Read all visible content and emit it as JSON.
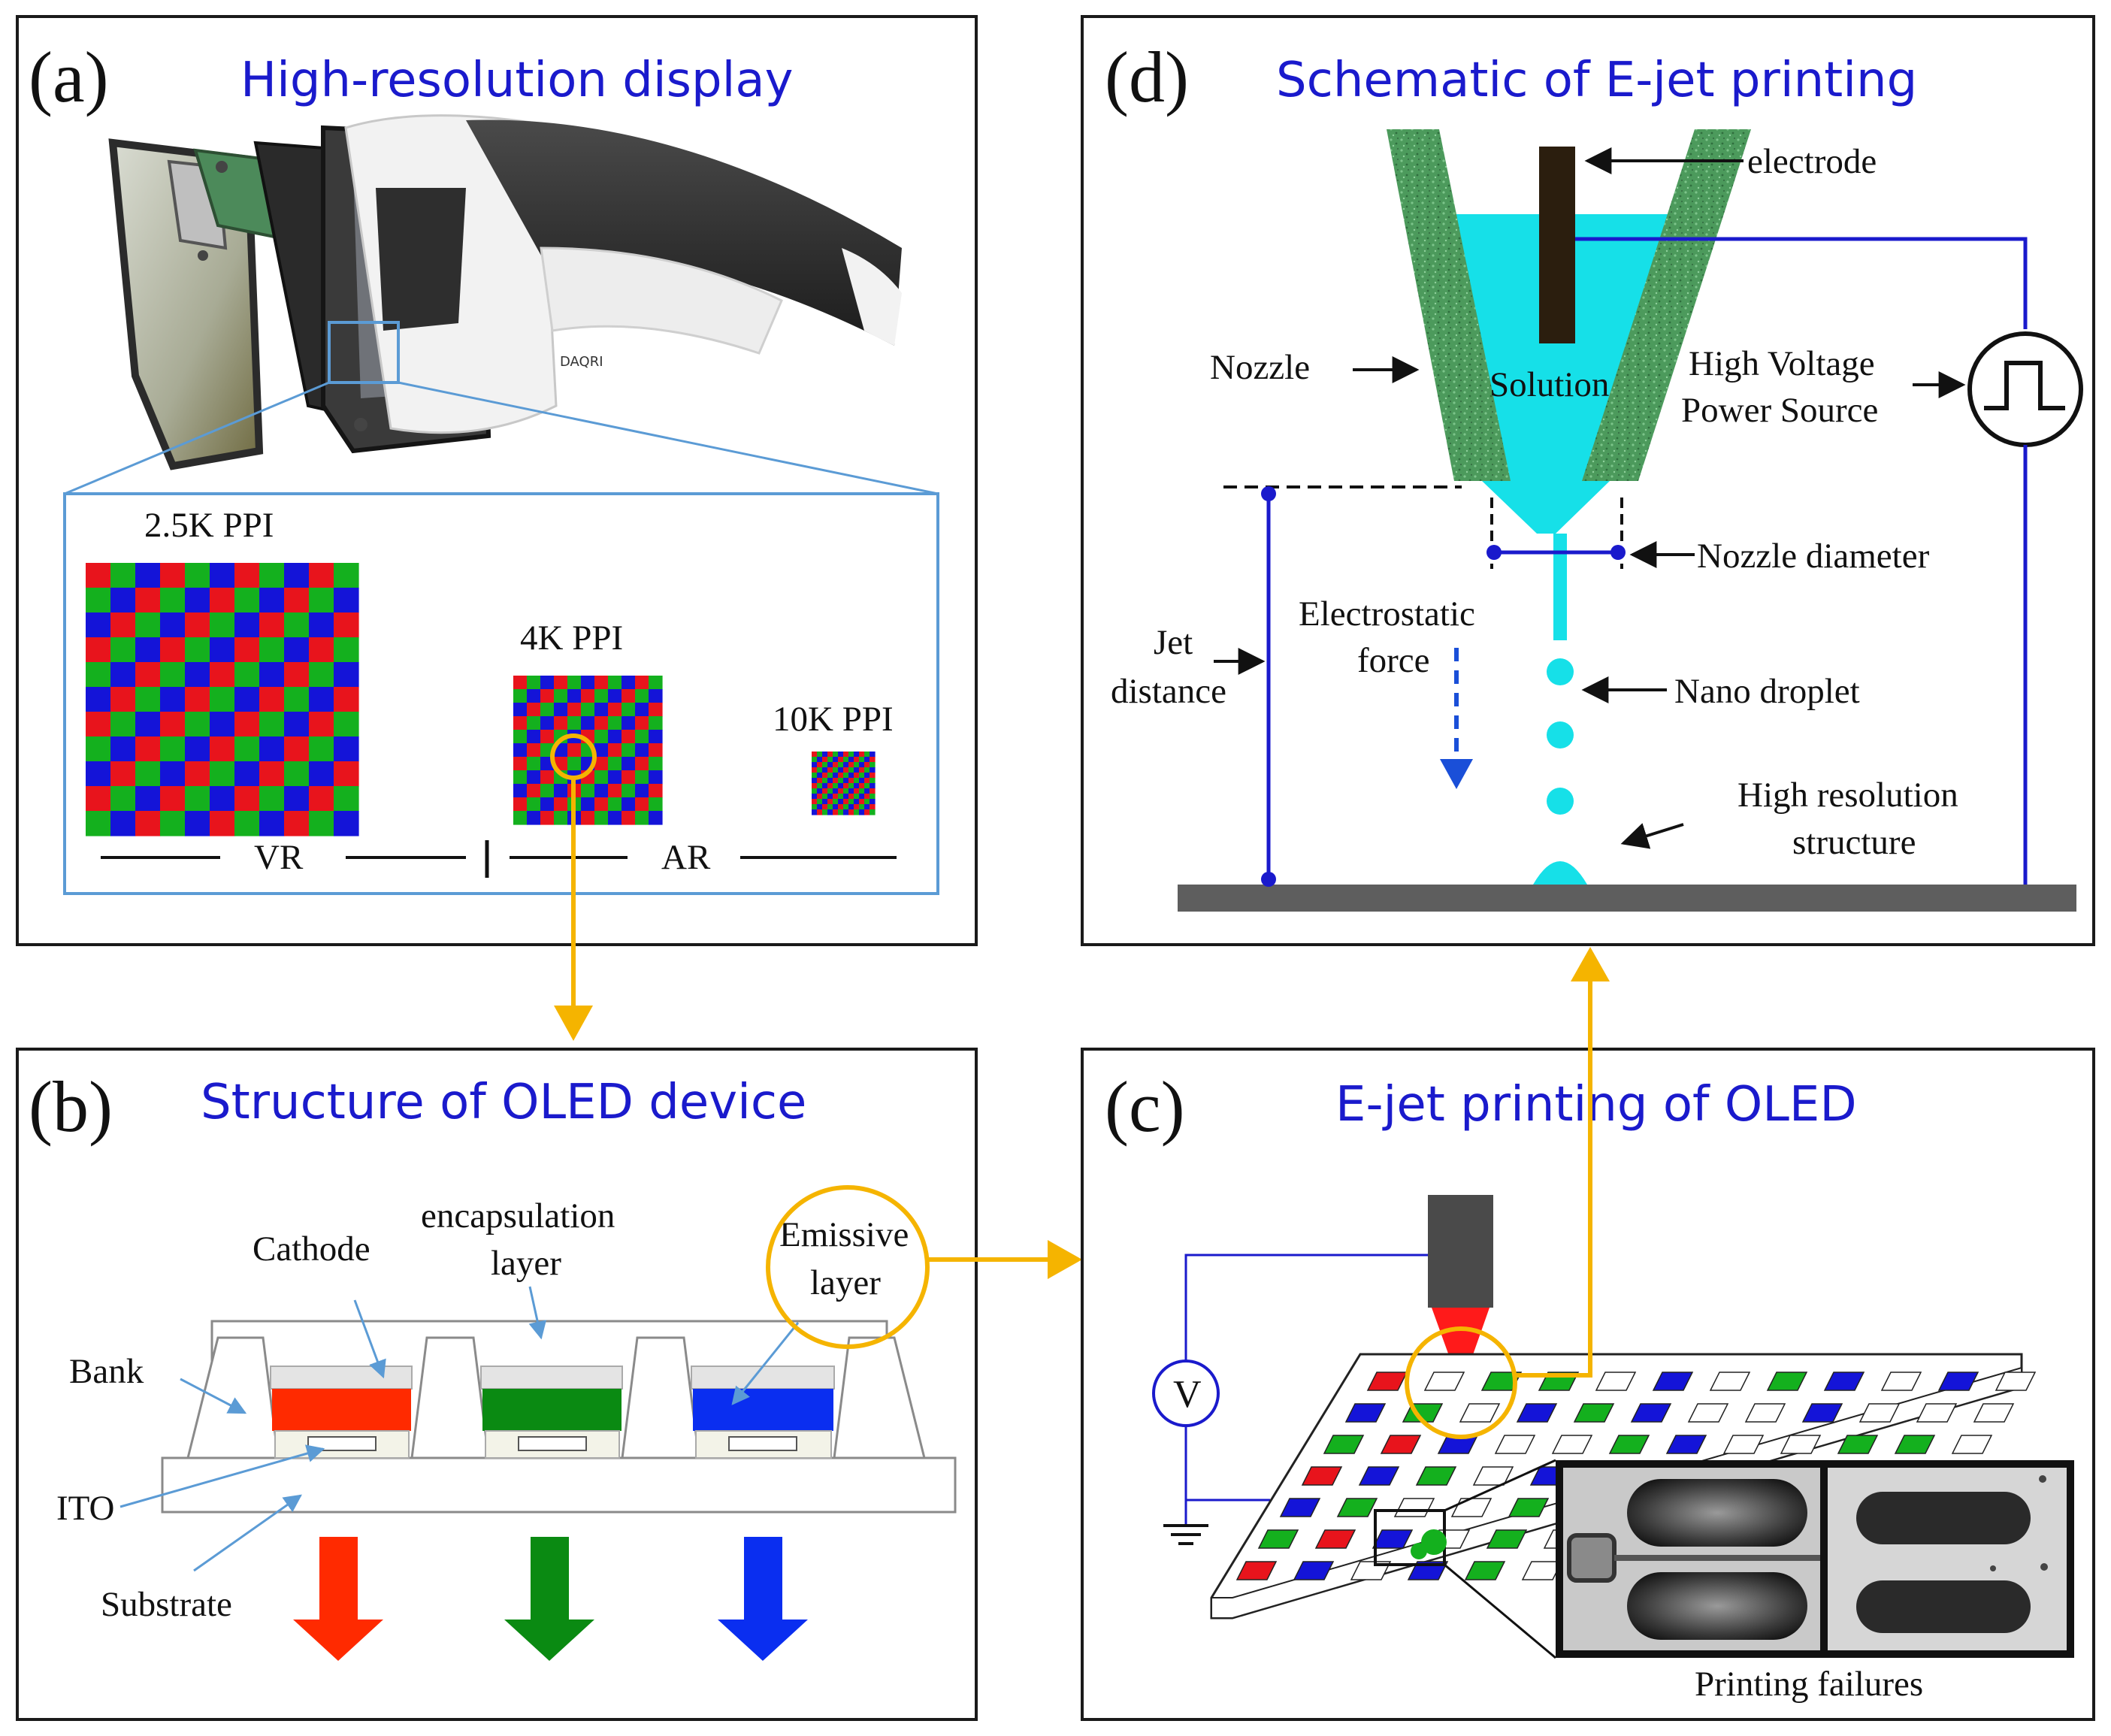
{
  "panels": {
    "a": {
      "letter": "(a)",
      "title": "High-resolution display"
    },
    "b": {
      "letter": "(b)",
      "title": "Structure of OLED device"
    },
    "c": {
      "letter": "(c)",
      "title": "E-jet printing of OLED"
    },
    "d": {
      "letter": "(d)",
      "title": "Schematic of E-jet printing"
    }
  },
  "panel_a": {
    "brand": "DAQRI",
    "ppi_labels": [
      "2.5K PPI",
      "4K PPI",
      "10K PPI"
    ],
    "vr_label": "VR",
    "ar_label": "AR"
  },
  "panel_b": {
    "labels": {
      "cathode": "Cathode",
      "encapsulation_1": "encapsulation",
      "encapsulation_2": "layer",
      "emissive_1": "Emissive",
      "emissive_2": "layer",
      "bank": "Bank",
      "ito": "ITO",
      "substrate": "Substrate"
    }
  },
  "panel_c": {
    "voltage_symbol": "V",
    "caption": "Printing failures"
  },
  "panel_d": {
    "labels": {
      "electrode": "electrode",
      "nozzle": "Nozzle",
      "solution": "Solution",
      "hv_1": "High Voltage",
      "hv_2": "Power Source",
      "nozzle_diameter": "Nozzle diameter",
      "jet_1": "Jet",
      "jet_2": "distance",
      "force_1": "Electrostatic",
      "force_2": "force",
      "droplet": "Nano droplet",
      "struct_1": "High resolution",
      "struct_2": "structure"
    }
  },
  "colors": {
    "accent_blue": "#1a1acc",
    "arrow_orange": "#f5b400",
    "panel_border": "#1a1a1a",
    "pixel_red": "#e8141c",
    "pixel_green": "#14b01e",
    "pixel_blue": "#1414d8",
    "solution_cyan": "#16e0e8",
    "nozzle_green": "#4c9a5c"
  }
}
